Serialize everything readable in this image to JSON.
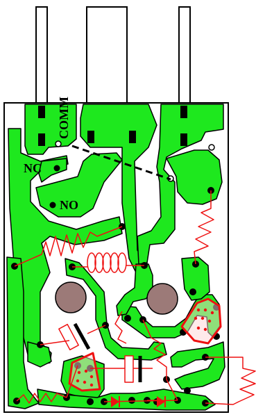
{
  "diagram": {
    "labels": {
      "comm": "COMM",
      "nc": "NC",
      "no": "NO"
    },
    "colors": {
      "board": "#ffffff",
      "copper": "#1ee81e",
      "copper_outline": "#000000",
      "component": "#ee1111",
      "hole": "#000000",
      "mounting_hole": "#9c7a78",
      "text": "#000000"
    },
    "components": [
      "relay-pin-comm",
      "relay-pin-nc",
      "relay-pin-no",
      "relay-coil-link",
      "resistor-zigzag",
      "coil-inductor",
      "capacitors",
      "transistors",
      "diode-chain"
    ]
  }
}
